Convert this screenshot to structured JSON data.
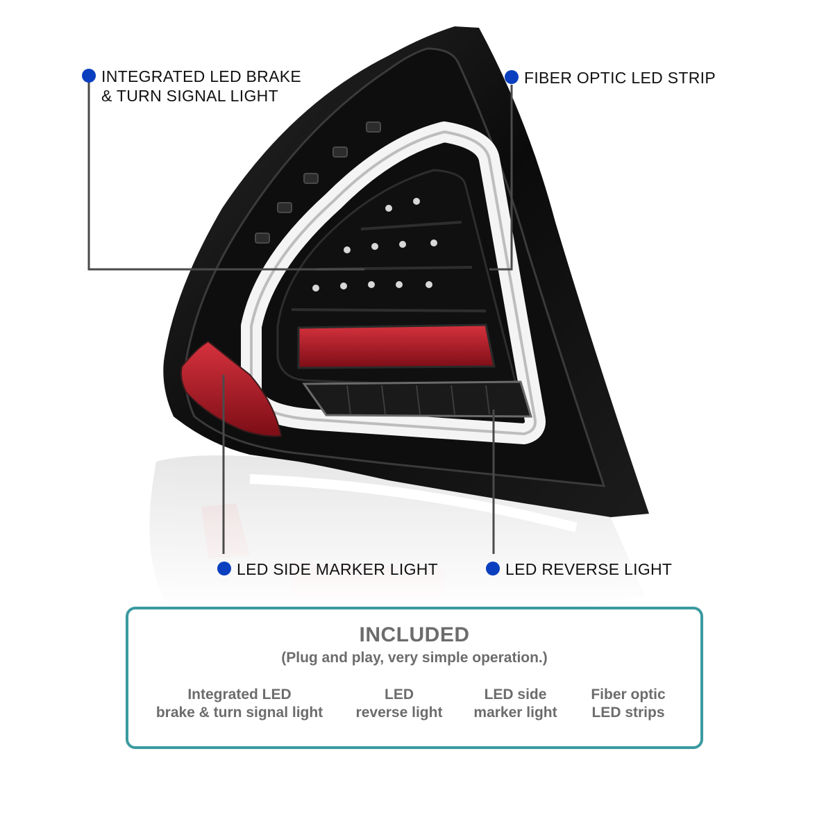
{
  "callouts": {
    "brake_turn": "INTEGRATED LED BRAKE\n& TURN SIGNAL LIGHT",
    "fiber_optic": "FIBER OPTIC LED STRIP",
    "side_marker": "LED SIDE MARKER LIGHT",
    "reverse": "LED REVERSE  LIGHT"
  },
  "included": {
    "title": "INCLUDED",
    "subtitle": "(Plug and play, very simple operation.)",
    "items": [
      "Integrated LED\nbrake & turn signal light",
      "LED\nreverse light",
      "LED side\nmarker light",
      "Fiber optic\nLED strips"
    ]
  },
  "colors": {
    "dot": "#0a3fbf",
    "box_border": "#3a9aa0",
    "box_text": "#6c6c6c",
    "lamp_body": "#141414",
    "reflector": "#b01c28",
    "light_bar": "#f4f4f4"
  }
}
